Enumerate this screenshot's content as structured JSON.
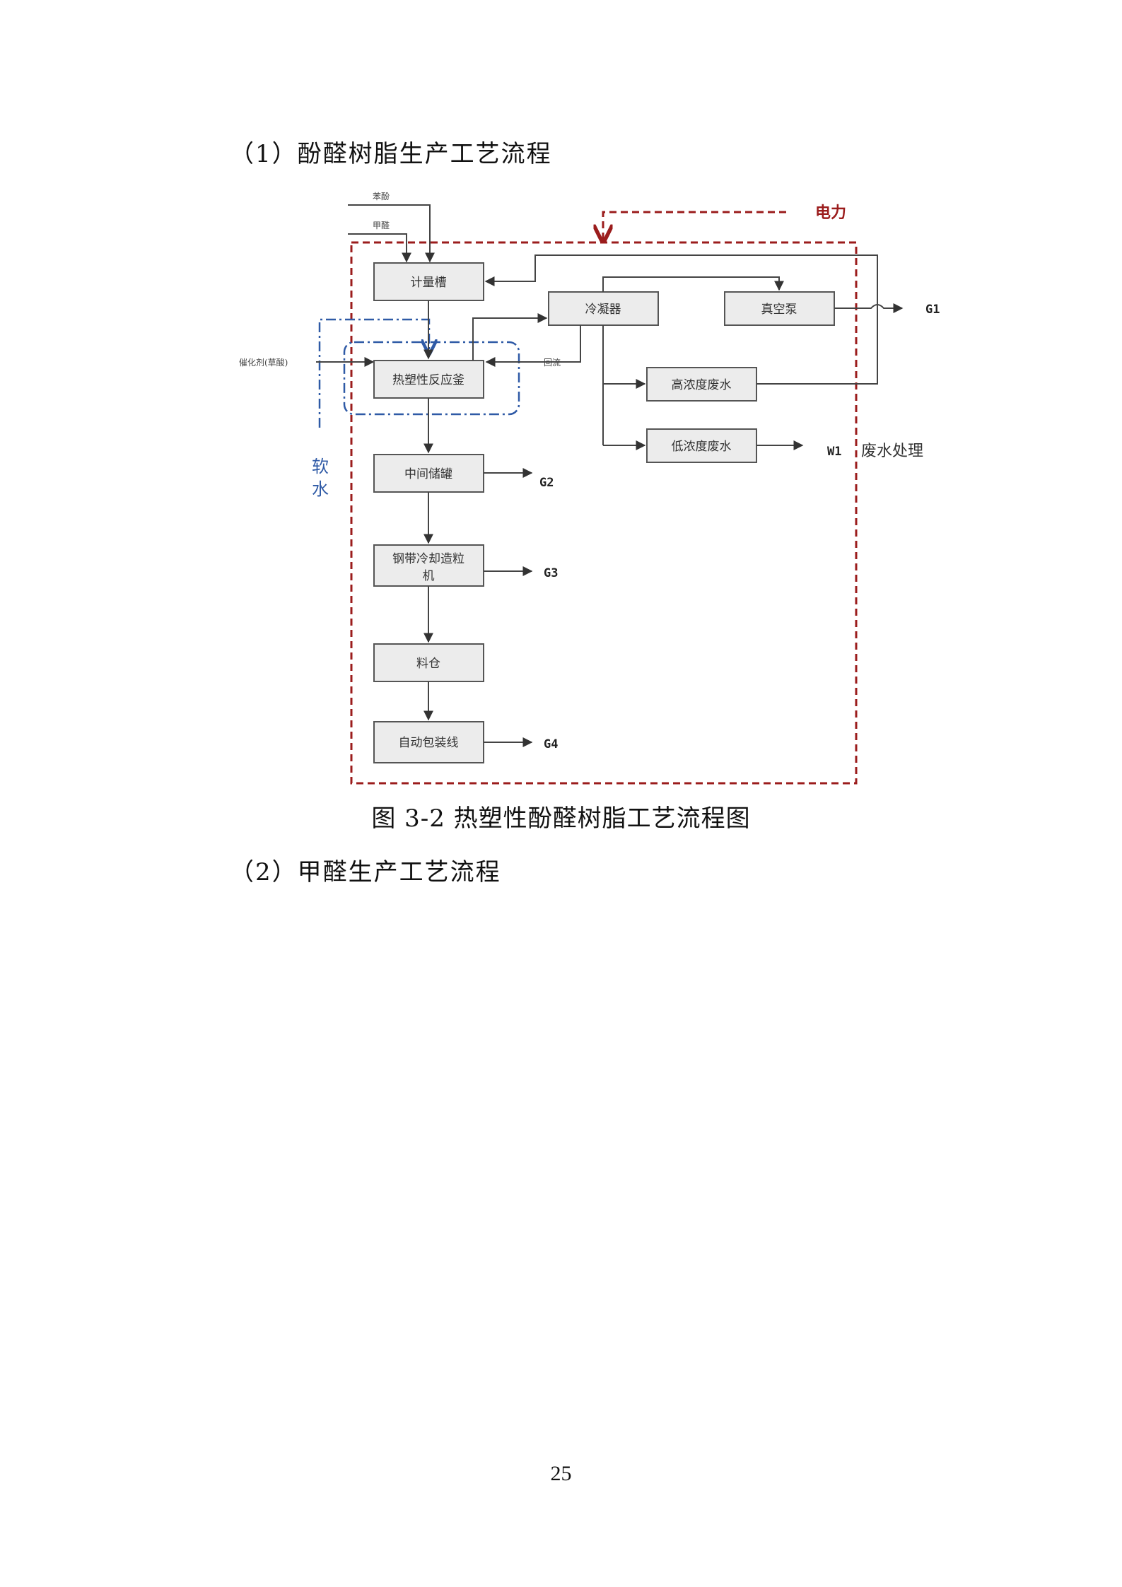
{
  "section1_heading": "（1）酚醛树脂生产工艺流程",
  "section2_heading": "（2）甲醛生产工艺流程",
  "figure_caption": "图 3-2 热塑性酚醛树脂工艺流程图",
  "page_number": "25",
  "flow": {
    "inputs": {
      "phenol": "苯酚",
      "formaldehyde": "甲醛",
      "catalyst": "催化剂(草酸)",
      "electricity": "电力",
      "soft_water": "软水"
    },
    "boxes": {
      "metering_tank": "计量槽",
      "reactor": "热塑性反应釜",
      "condenser": "冷凝器",
      "vacuum_pump": "真空泵",
      "high_conc_water": "高浓度废水",
      "low_conc_water": "低浓度废水",
      "intermediate_tank": "中间储罐",
      "cooling_granulator_line1": "钢带冷却造粒",
      "cooling_granulator_line2": "机",
      "silo": "料仓",
      "packaging_line": "自动包装线"
    },
    "reflux": "回流",
    "outputs": {
      "g1": "G1",
      "g2": "G2",
      "g3": "G3",
      "g4": "G4",
      "w1": "W1",
      "wastewater_treatment": "废水处理"
    },
    "colors": {
      "electric_boundary": "#9b1c1c",
      "soft_water": "#2f5aa6",
      "box_fill": "#ececec"
    }
  }
}
